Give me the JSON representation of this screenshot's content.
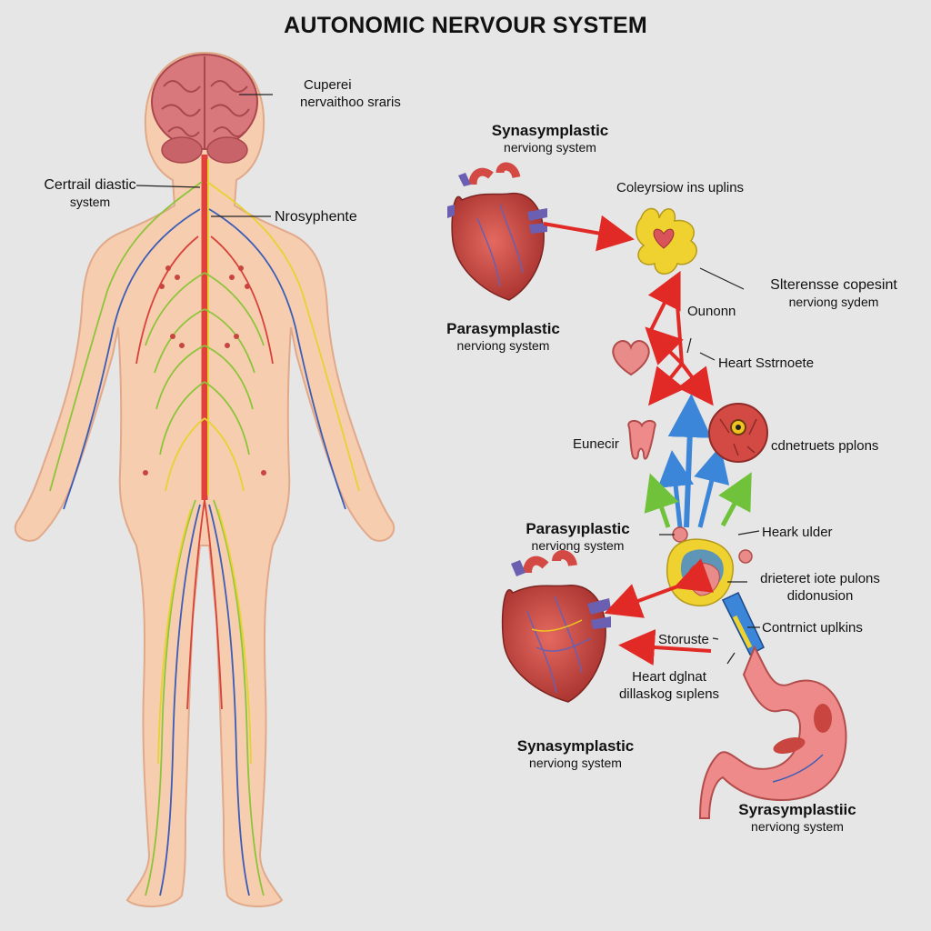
{
  "title": "AUTONOMIC NERVOUR SYSTEM",
  "labels": {
    "cuperei_line1": "Cuperei",
    "cuperei_line2": "nervaithoo sraris",
    "central_line1": "Certrail diastic",
    "central_line2": "system",
    "nrosyphente": "Nrosyphente",
    "syna_top_head": "Synasymplastic",
    "syna_top_sub": "nerviong system",
    "coleyrsiow": "Coleyrsiow ins uplins",
    "sterensse_line1": "Slterensse copesint",
    "sterensse_line2": "nerviong sydem",
    "ounonn": "Ounonn",
    "para_top_head": "Parasymplastic",
    "para_top_sub": "nerviong system",
    "heart_sstrnoete": "Heart Sstrnoete",
    "eunecir": "Eunecir",
    "cdnetruets": "cdnetruets pplons",
    "para_mid_head": "Parasyıplastic",
    "para_mid_sub": "nerviong system",
    "heark_ulder": "Heark ulder",
    "drieteret_line1": "drieteret iote pulons",
    "drieteret_line2": "didonusion",
    "contrnict": "Contrnict uplkins",
    "storuste": "Storuste",
    "heart_dglnat_line1": "Heart dglnat",
    "heart_dglnat_line2": "dillaskog sıplens",
    "syna_bot_head": "Synasymplastic",
    "syna_bot_sub": "nerviong system",
    "syra_head": "Syrasymplastiic",
    "syra_sub": "nerviong system"
  },
  "colors": {
    "background": "#e6e6e6",
    "skin": "#f7cdb0",
    "skin_outline": "#e0a98a",
    "brain": "#d9787c",
    "spine": "#e0413a",
    "nerve_green": "#8cc43a",
    "nerve_yellow": "#e6d230",
    "nerve_blue": "#3c5db6",
    "nerve_red": "#d7423a",
    "heart_red": "#c8463f",
    "heart_dark": "#9e2f2c",
    "heart_vessel_purple": "#6a5fb0",
    "arrow_red": "#e12a25",
    "arrow_blue": "#3b86d8",
    "arrow_green": "#6fc23a",
    "stomach": "#ee8b8a",
    "gland_yellow": "#efd22f"
  },
  "icons": [
    "brain-icon",
    "heart-icon",
    "stomach-icon",
    "gland-icon",
    "organ-cross-section-icon",
    "arrow-icon"
  ]
}
